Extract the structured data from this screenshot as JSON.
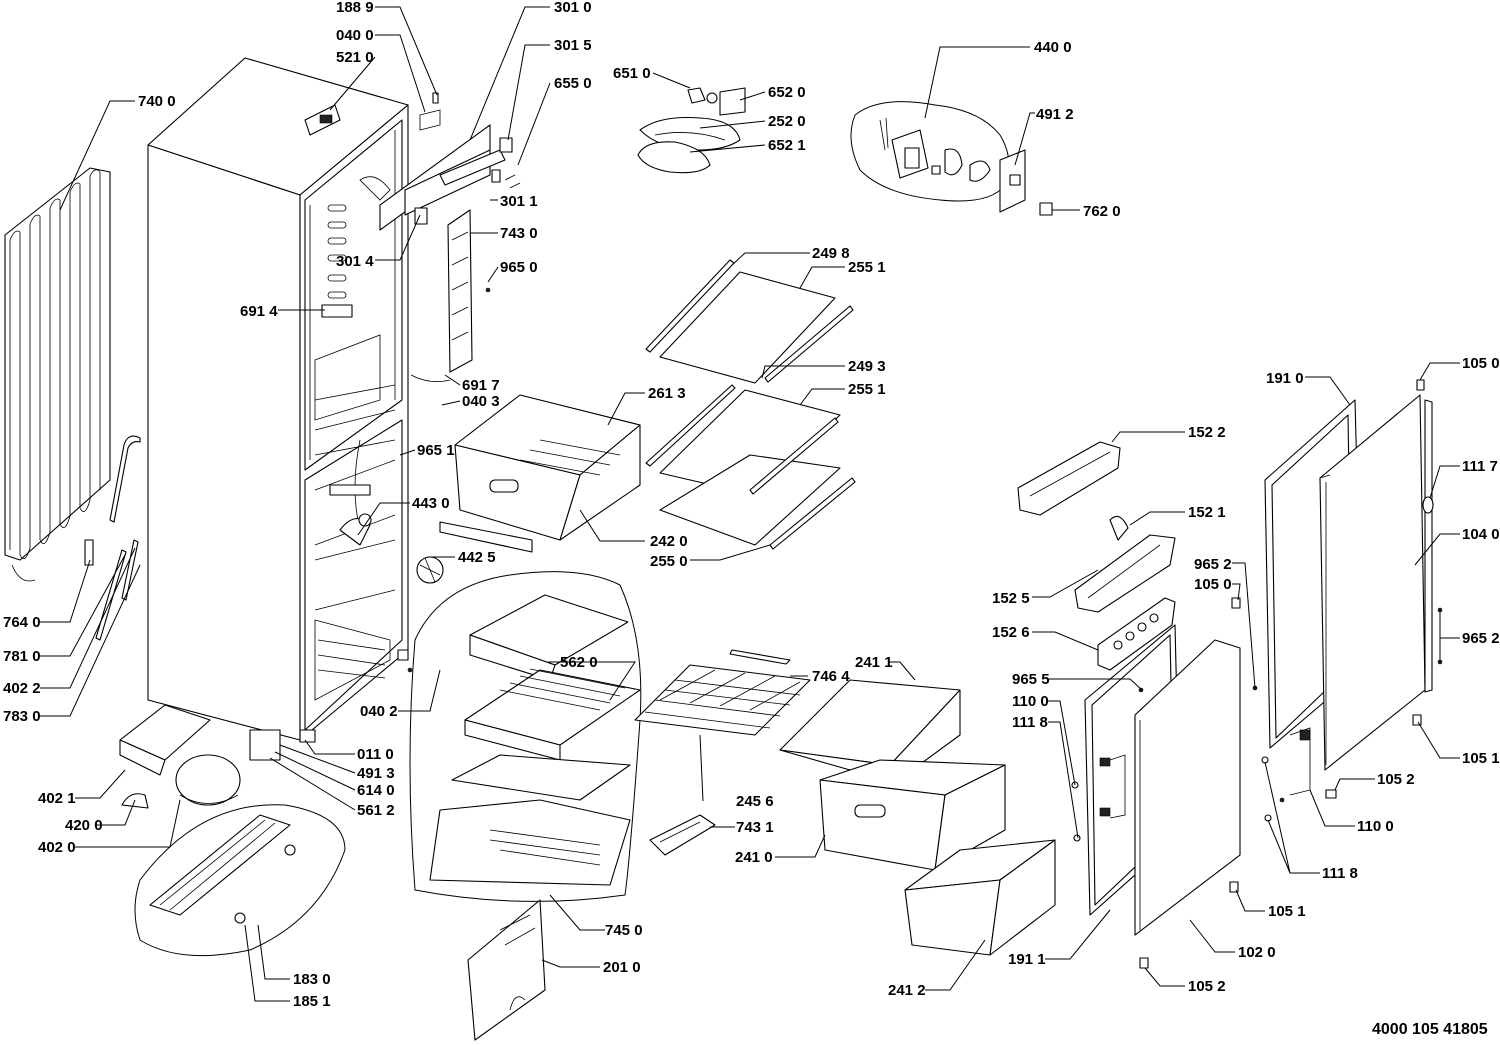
{
  "document_number": "4000 105 41805",
  "callouts": {
    "c1889": "188 9",
    "c0400": "040 0",
    "c5210": "521 0",
    "c3010": "301 0",
    "c3015": "301 5",
    "c6550": "655 0",
    "c6510": "651 0",
    "c6520": "652 0",
    "c2520": "252 0",
    "c6521": "652 1",
    "c4400": "440 0",
    "c4912": "491 2",
    "c7620": "762 0",
    "c7400": "740 0",
    "c3011": "301 1",
    "c7430": "743 0",
    "c3014": "301 4",
    "c9650": "965 0",
    "c6914": "691 4",
    "c2498": "249 8",
    "c2551a": "255 1",
    "c2493": "249 3",
    "c6917": "691 7",
    "c0403": "040 3",
    "c2613": "261 3",
    "c2551b": "255 1",
    "c9651": "965 1",
    "c1910": "191 0",
    "c1050a": "105 0",
    "c1522": "152 2",
    "c1117": "111 7",
    "c4430": "443 0",
    "c1521": "152 1",
    "c1040": "104 0",
    "c2420": "242 0",
    "c4425": "442 5",
    "c2550": "255 0",
    "c9652a": "965 2",
    "c1050b": "105 0",
    "c1525": "152 5",
    "c9652b": "965 2",
    "c1526": "152 6",
    "c7640": "764 0",
    "c7810": "781 0",
    "c5620": "562 0",
    "c2411": "241 1",
    "c4022": "402 2",
    "c7464": "746 4",
    "c9655": "965 5",
    "c1100a": "110 0",
    "c0402": "040 2",
    "c1118a": "111 8",
    "c7830": "783 0",
    "c0110": "011 0",
    "c1051a": "105 1",
    "c4913": "491 3",
    "c4021": "402 1",
    "c6140": "614 0",
    "c2456": "245 6",
    "c1052a": "105 2",
    "c5612": "561 2",
    "c4200": "420 0",
    "c7431": "743 1",
    "c1100b": "110 0",
    "c4020": "402 0",
    "c2410": "241 0",
    "c1118b": "111 8",
    "c1051b": "105 1",
    "c7450": "745 0",
    "c1830": "183 0",
    "c2010": "201 0",
    "c1911": "191 1",
    "c1020": "102 0",
    "c2412": "241 2",
    "c1052b": "105 2",
    "c1851": "185 1"
  }
}
